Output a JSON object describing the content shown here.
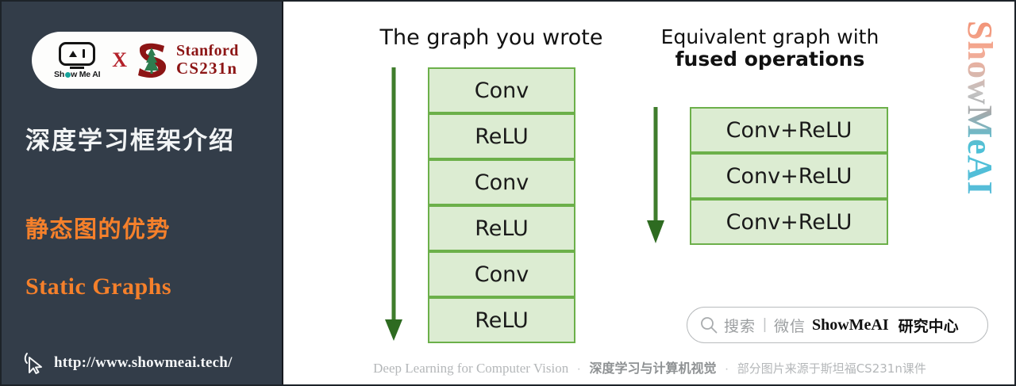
{
  "sidebar": {
    "logo": {
      "smai_label": "Show Me AI",
      "cross": "X",
      "stanford_line1": "Stanford",
      "stanford_line2": "CS231n",
      "smai_icon": "robot-face-icon",
      "stanford_icon": "stanford-tree-logo"
    },
    "title": "深度学习框架介绍",
    "subtitle_cn": "静态图的优势",
    "subtitle_en": "Static Graphs",
    "url": "http://www.showmeai.tech/",
    "cursor_icon": "mouse-pointer-icon",
    "bg_color": "#333d49",
    "accent_color": "#f5802b"
  },
  "main": {
    "left_column": {
      "heading": "The graph you wrote",
      "boxes": [
        "Conv",
        "ReLU",
        "Conv",
        "ReLU",
        "Conv",
        "ReLU"
      ]
    },
    "right_column": {
      "heading_line1": "Equivalent graph with",
      "heading_line2": "fused operations",
      "boxes": [
        "Conv+ReLU",
        "Conv+ReLU",
        "Conv+ReLU"
      ]
    },
    "box_fill": "#dcecd2",
    "box_border": "#6cb04a",
    "arrow_color": "#3f7d2c",
    "watermark": "ShowMeAI",
    "search": {
      "icon": "magnifier-icon",
      "hint": "搜索",
      "divider": "|",
      "channel": "微信",
      "brand": "ShowMeAI",
      "brand_cn": "研究中心"
    },
    "footer": {
      "english": "Deep Learning for Computer Vision",
      "chinese_bold": "深度学习与计算机视觉",
      "chinese_note": "部分图片来源于斯坦福CS231n课件",
      "separator": "·"
    }
  }
}
